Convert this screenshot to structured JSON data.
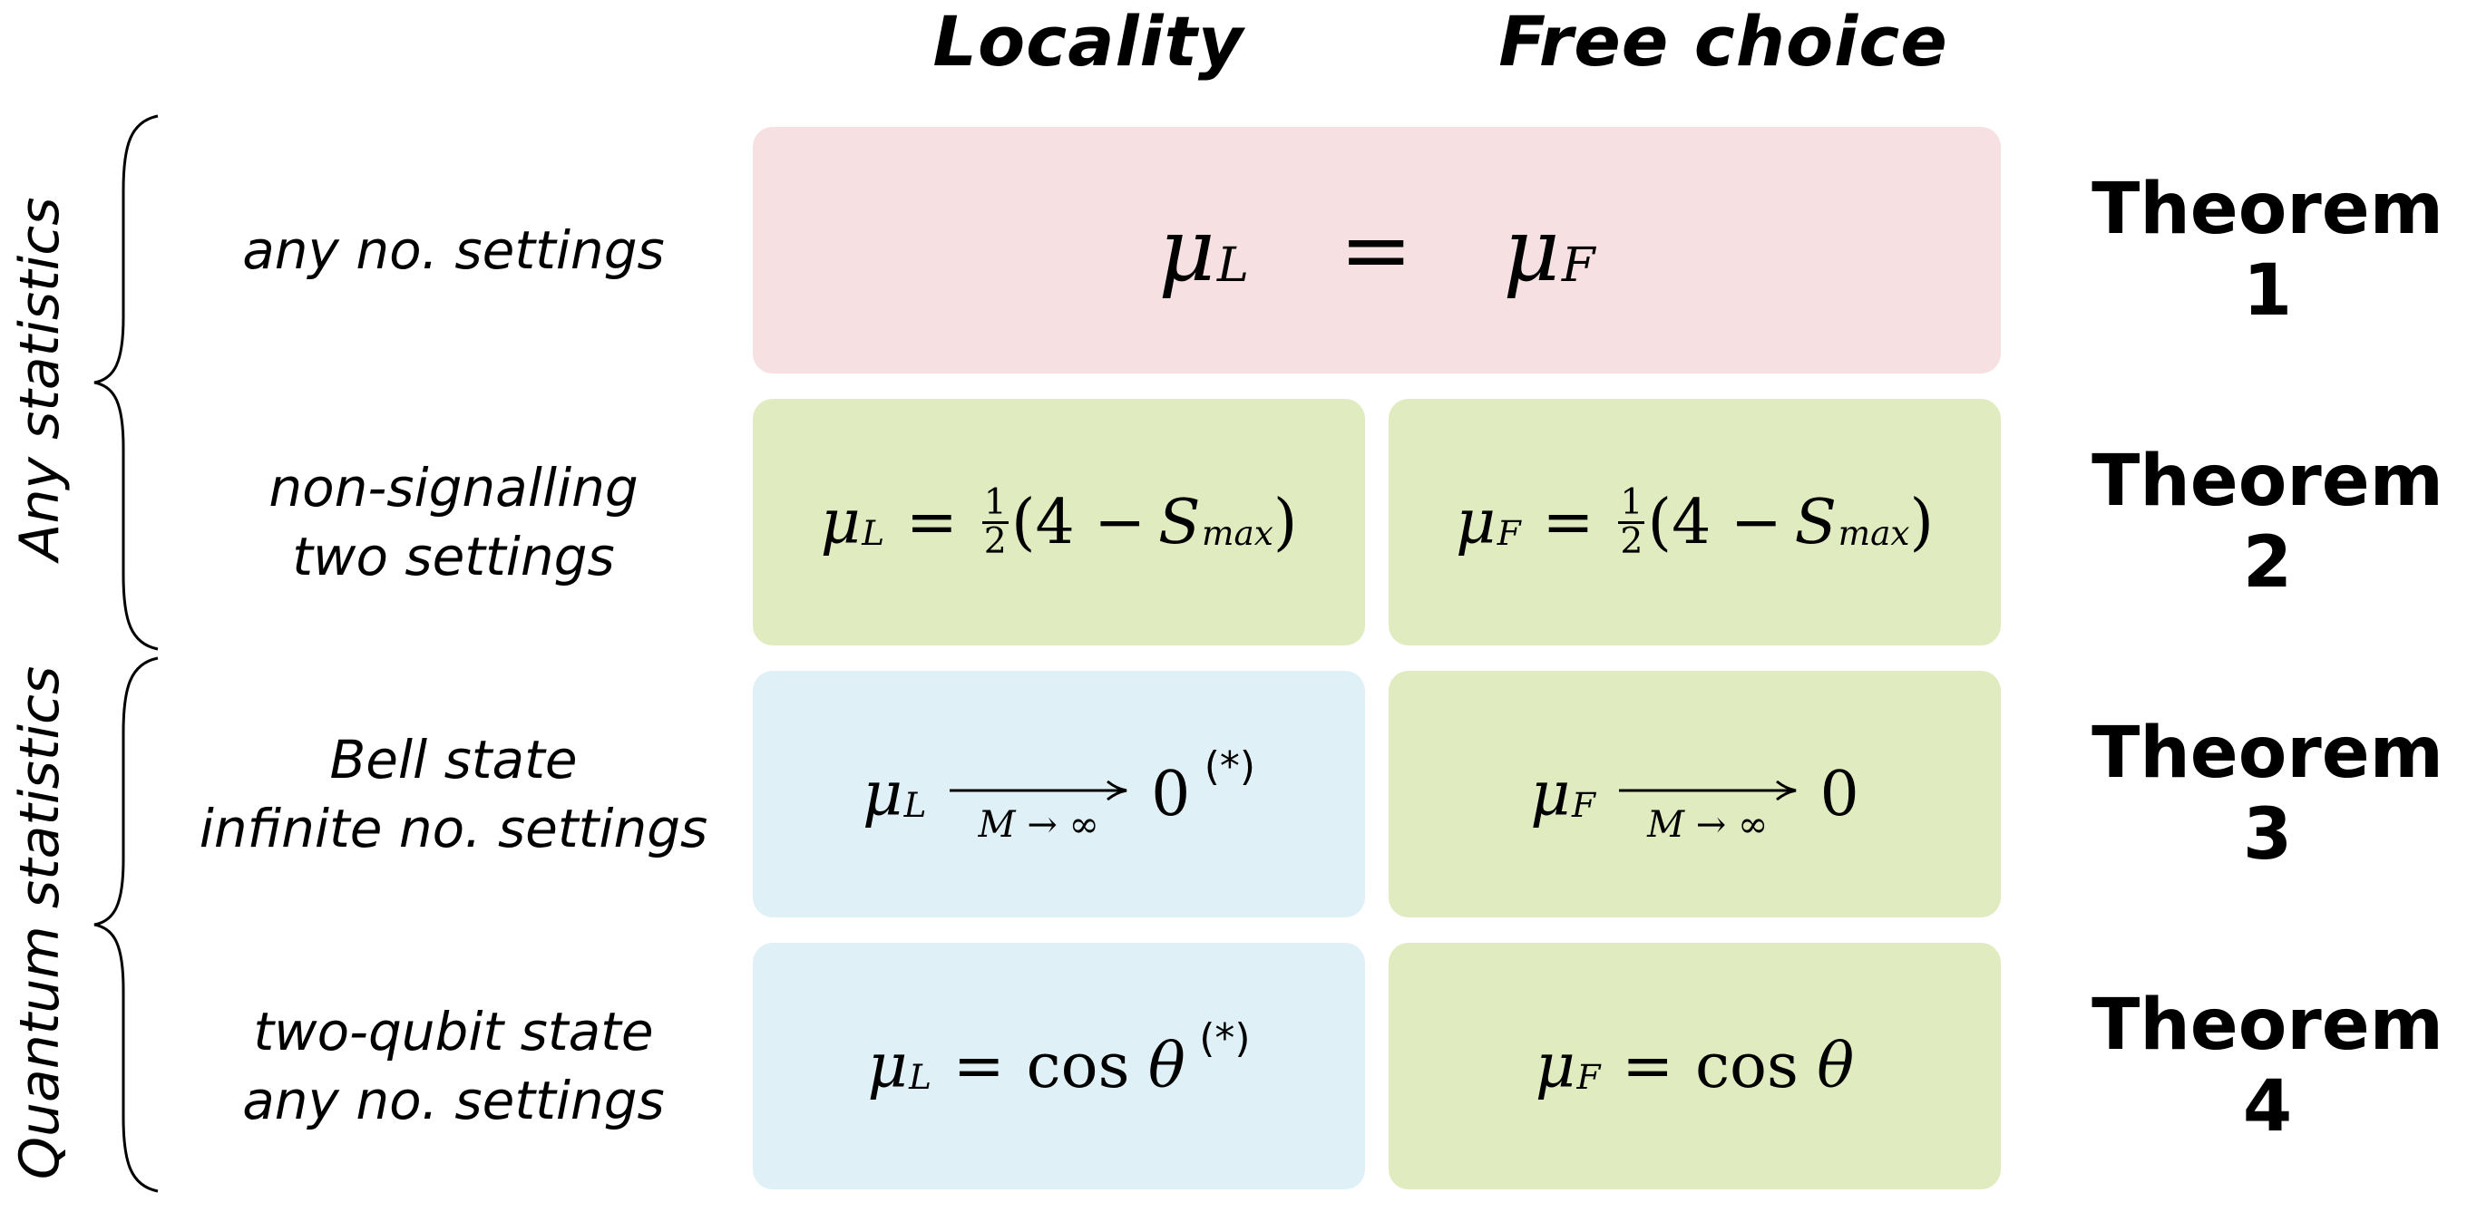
{
  "headers": {
    "locality": "Locality",
    "free_choice": "Free choice"
  },
  "groups": {
    "any_statistics": "Any statistics",
    "quantum_statistics": "Quantum statistics"
  },
  "rows": [
    {
      "label_lines": [
        "any no. settings"
      ],
      "theorem": "Theorem 1",
      "merged": {
        "lhs": "μ",
        "lhs_sub": "L",
        "op": "=",
        "rhs": "μ",
        "rhs_sub": "F"
      }
    },
    {
      "label_lines": [
        "non-signalling",
        "two settings"
      ],
      "theorem": "Theorem 2",
      "locality": {
        "mu": "μ",
        "sub": "L",
        "eq": "=",
        "num": "1",
        "den": "2",
        "open": "(4 −",
        "s": "S",
        "s_sub": "max",
        "close": ")"
      },
      "free": {
        "mu": "μ",
        "sub": "F",
        "eq": "=",
        "num": "1",
        "den": "2",
        "open": "(4 −",
        "s": "S",
        "s_sub": "max",
        "close": ")"
      }
    },
    {
      "label_lines": [
        "Bell state",
        "infinite no. settings"
      ],
      "theorem": "Theorem 3",
      "locality": {
        "mu": "μ",
        "sub": "L",
        "limit": "M → ∞",
        "value": "0",
        "note": "(*)"
      },
      "free": {
        "mu": "μ",
        "sub": "F",
        "limit": "M → ∞",
        "value": "0"
      }
    },
    {
      "label_lines": [
        "two-qubit state",
        "any no. settings"
      ],
      "theorem": "Theorem 4",
      "locality": {
        "mu": "μ",
        "sub": "L",
        "eq": "=",
        "fn": "cos",
        "arg": "θ",
        "note": "(*)"
      },
      "free": {
        "mu": "μ",
        "sub": "F",
        "eq": "=",
        "fn": "cos",
        "arg": "θ"
      }
    }
  ],
  "colors": {
    "red": "#f6e0e1",
    "green": "#e0ebbf",
    "blue": "#dff0f7",
    "text": "#000000"
  }
}
